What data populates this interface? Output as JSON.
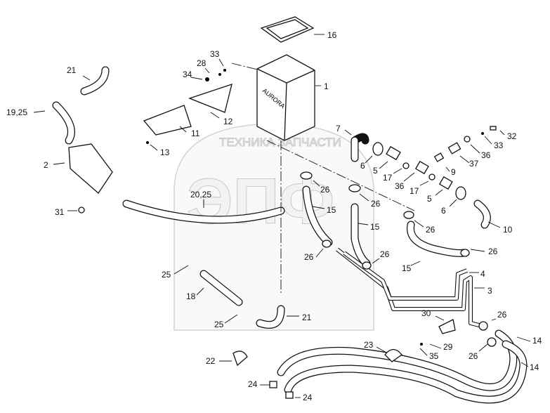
{
  "watermark": {
    "text": "ТЕХНИКА ЗАПЧАСТИ",
    "logo": "ЭПФ"
  },
  "tank_label": "AURORA",
  "callouts": [
    "16",
    "33",
    "28",
    "34",
    "1",
    "21",
    "19,25",
    "12",
    "11",
    "13",
    "7",
    "32",
    "33",
    "6",
    "36",
    "5",
    "37",
    "9",
    "17",
    "2",
    "26",
    "36",
    "17",
    "5",
    "20,25",
    "26",
    "6",
    "15",
    "31",
    "15",
    "26",
    "10",
    "26",
    "15",
    "26",
    "26",
    "25",
    "4",
    "3",
    "18",
    "21",
    "25",
    "30",
    "26",
    "29",
    "23",
    "14",
    "35",
    "26",
    "14",
    "22",
    "24",
    "24"
  ]
}
